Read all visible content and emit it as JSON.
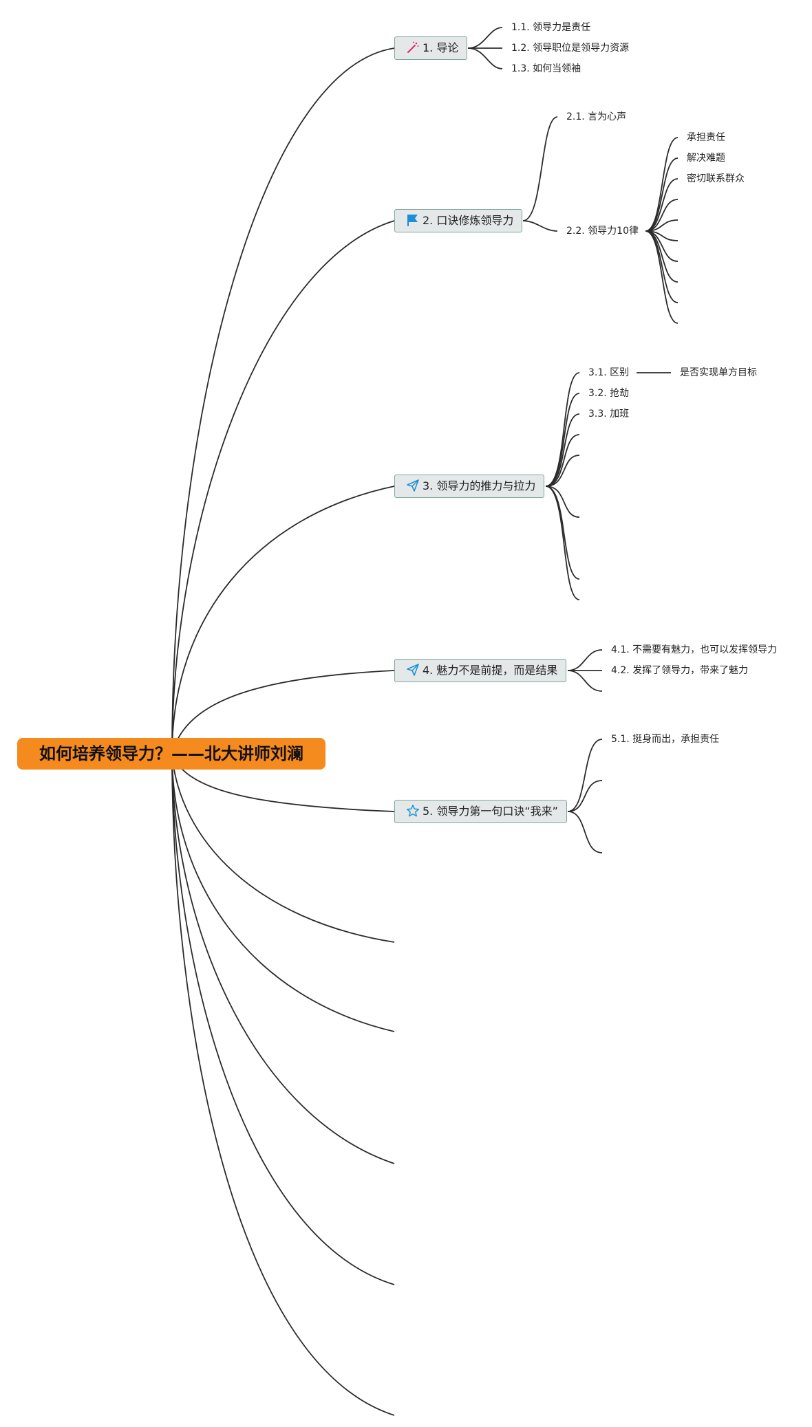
{
  "root": {
    "label": "如何培养领导力？——北大讲师刘澜"
  },
  "topics": [
    {
      "label": "1. 导论",
      "icon": "magic-wand-icon",
      "icon_color": "#e0326b",
      "children": [
        "1.1. 领导力是责任",
        "1.2. 领导职位是领导力资源",
        "1.3. 如何当领袖"
      ]
    },
    {
      "label": "2. 口诀修炼领导力",
      "icon": "flag-icon",
      "icon_color": "#1e8fd6",
      "children": [
        "2.1. 言为心声",
        "2.2. 领导力10律"
      ],
      "sub_children": [
        "承担责任",
        "解决难题",
        "密切联系群众"
      ]
    },
    {
      "label": "3. 领导力的推力与拉力",
      "icon": "paper-plane-icon",
      "icon_color": "#1e8fd6",
      "children": [
        "3.1. 区别",
        "3.2. 抢劫",
        "3.3. 加班"
      ],
      "sub_children": [
        "是否实现单方目标"
      ]
    },
    {
      "label": "4. 魅力不是前提，而是结果",
      "icon": "paper-plane-icon",
      "icon_color": "#1e8fd6",
      "children": [
        "4.1. 不需要有魅力，也可以发挥领导力",
        "4.2. 发挥了领导力，带来了魅力"
      ]
    },
    {
      "label": "5. 领导力第一句口诀“我来”",
      "icon": "star-icon",
      "icon_color": "#1e8fd6",
      "children": [
        "5.1. 挺身而出，承担责任"
      ]
    }
  ],
  "colors": {
    "root_fill": "#f58a1f",
    "topic_fill": "#e4e8e8",
    "topic_border": "#7fa79b",
    "line": "#2b2b2b"
  }
}
